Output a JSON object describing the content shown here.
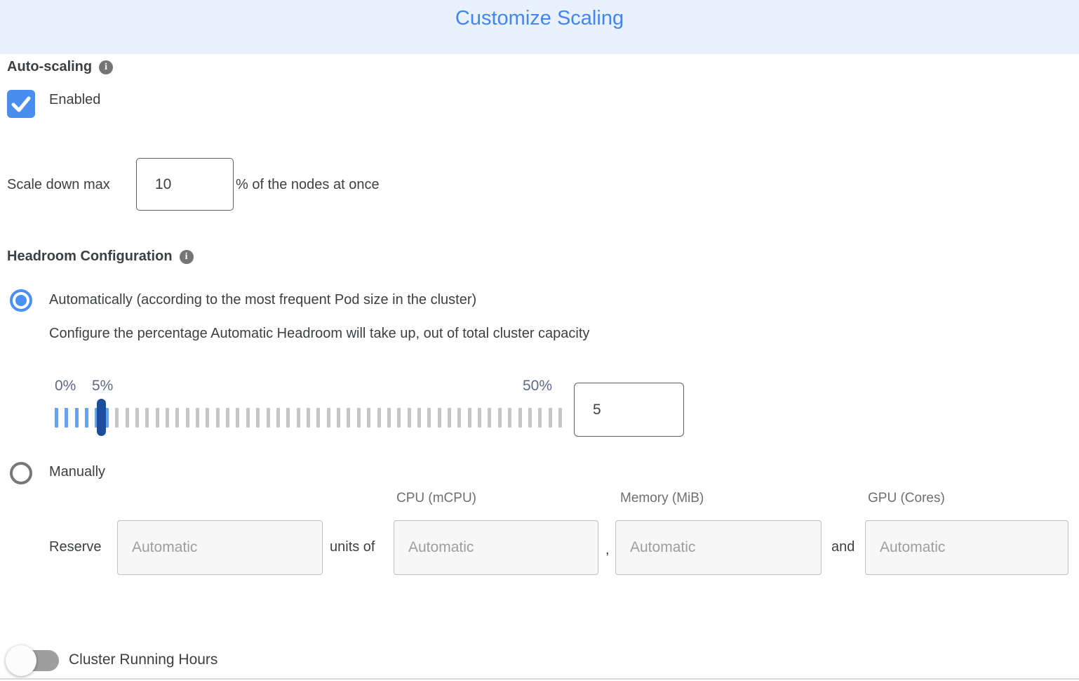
{
  "header": {
    "title": "Customize Scaling"
  },
  "colors": {
    "header_bg": "#e9f1fd",
    "title_blue": "#4285f4",
    "checkbox_blue": "#4a8df1",
    "radio_blue": "#4a90f0",
    "tick_blue": "#64a3f2",
    "tick_gray": "#c6c6c6",
    "handle_navy": "#1d4e9e",
    "slider_label": "#5c6b87"
  },
  "auto_scaling": {
    "section_label": "Auto-scaling",
    "enabled_label": "Enabled",
    "checkbox_checked": true,
    "scale_down": {
      "prefix": "Scale down max",
      "value": "10",
      "suffix": "% of the nodes at once"
    }
  },
  "headroom": {
    "section_label": "Headroom Configuration",
    "auto_option": {
      "label": "Automatically (according to the most frequent Pod size in the cluster)",
      "selected": true
    },
    "auto_description": "Configure the percentage Automatic Headroom will take up, out of total cluster capacity",
    "slider": {
      "min_label": "0%",
      "current_label": "5%",
      "max_label": "50%",
      "value": "5",
      "tick_count": 51,
      "active_ticks": 6
    },
    "manual_option": {
      "label": "Manually",
      "selected": false
    },
    "manual_row": {
      "reserve_label": "Reserve",
      "units_of_label": "units of",
      "comma_label": ",",
      "and_label": "and",
      "placeholder": "Automatic",
      "columns": [
        "CPU (mCPU)",
        "Memory (MiB)",
        "GPU (Cores)"
      ]
    }
  },
  "cluster_running_hours": {
    "label": "Cluster Running Hours",
    "enabled": false
  }
}
